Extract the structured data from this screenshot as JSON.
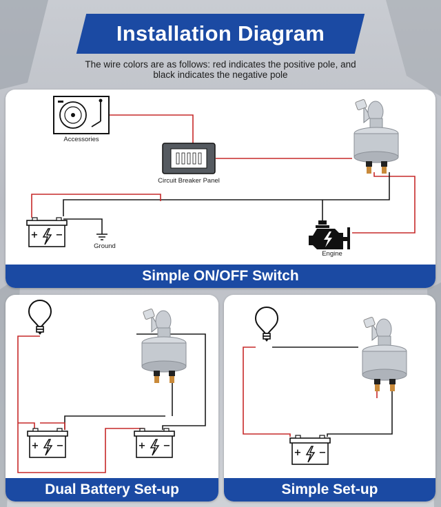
{
  "header": {
    "title": "Installation Diagram",
    "subtitle_line1": "The wire colors are as follows: red indicates the positive pole, and",
    "subtitle_line2": "black indicates the negative pole"
  },
  "colors": {
    "brand_blue": "#1b4aa3",
    "positive_wire": "#c62828",
    "negative_wire": "#1a1a1a",
    "panel_bg": "#ffffff"
  },
  "diagrams": {
    "simple_on_off": {
      "caption": "Simple ON/OFF Switch",
      "labels": {
        "accessories": "Accessories",
        "circuit_breaker": "Circuit Breaker Panel",
        "ground": "Ground",
        "engine": "Engine"
      }
    },
    "dual_battery": {
      "caption": "Dual Battery Set-up"
    },
    "simple_setup": {
      "caption": "Simple Set-up"
    }
  },
  "icons": [
    "turntable-icon",
    "circuit-breaker-icon",
    "battery-icon",
    "ground-icon",
    "engine-icon",
    "light-bulb-icon",
    "battery-switch-icon"
  ]
}
